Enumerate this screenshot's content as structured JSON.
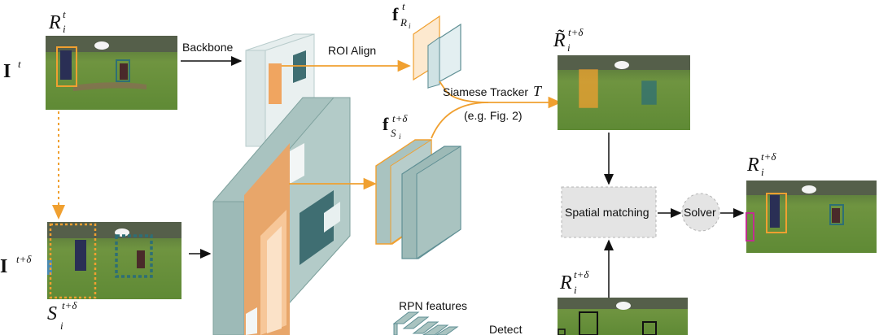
{
  "labels": {
    "R_it": "R",
    "R_it_sub": "i",
    "R_it_sup": "t",
    "I_t": "I",
    "I_t_sup": "t",
    "I_td": "I",
    "I_td_sup": "t+δ",
    "S_i_td": "S",
    "S_i_td_sub": "i",
    "S_i_td_sup": "t+δ",
    "backbone": "Backbone",
    "roi_align": "ROI Align",
    "f_R": "f",
    "f_R_sup": "t",
    "f_R_sub": "R",
    "f_R_subsub": "i",
    "f_S": "f",
    "f_S_sup": "t+δ",
    "f_S_sub": "S",
    "f_S_subsub": "i",
    "siamese": "Siamese Tracker",
    "siamese_T": "T",
    "eg": "(e.g. Fig. 2)",
    "Rtilde": "R̃",
    "Rtilde_sub": "i",
    "Rtilde_sup": "t+δ",
    "spatial": "Spatial matching",
    "solver": "Solver",
    "R_out": "R",
    "R_out_sub": "i",
    "R_out_sup": "t+δ",
    "R_det": "R",
    "R_det_sub": "i",
    "R_det_sup": "t+δ",
    "rpn": "RPN features",
    "detect": "Detect"
  },
  "colors": {
    "orange": "#f0a030",
    "teal_box": "#2e6f75",
    "dark_teal": "#3f6e72",
    "light_panel": "#dde8e8",
    "mid_panel": "#a9c3c0",
    "magenta": "#c03090"
  }
}
